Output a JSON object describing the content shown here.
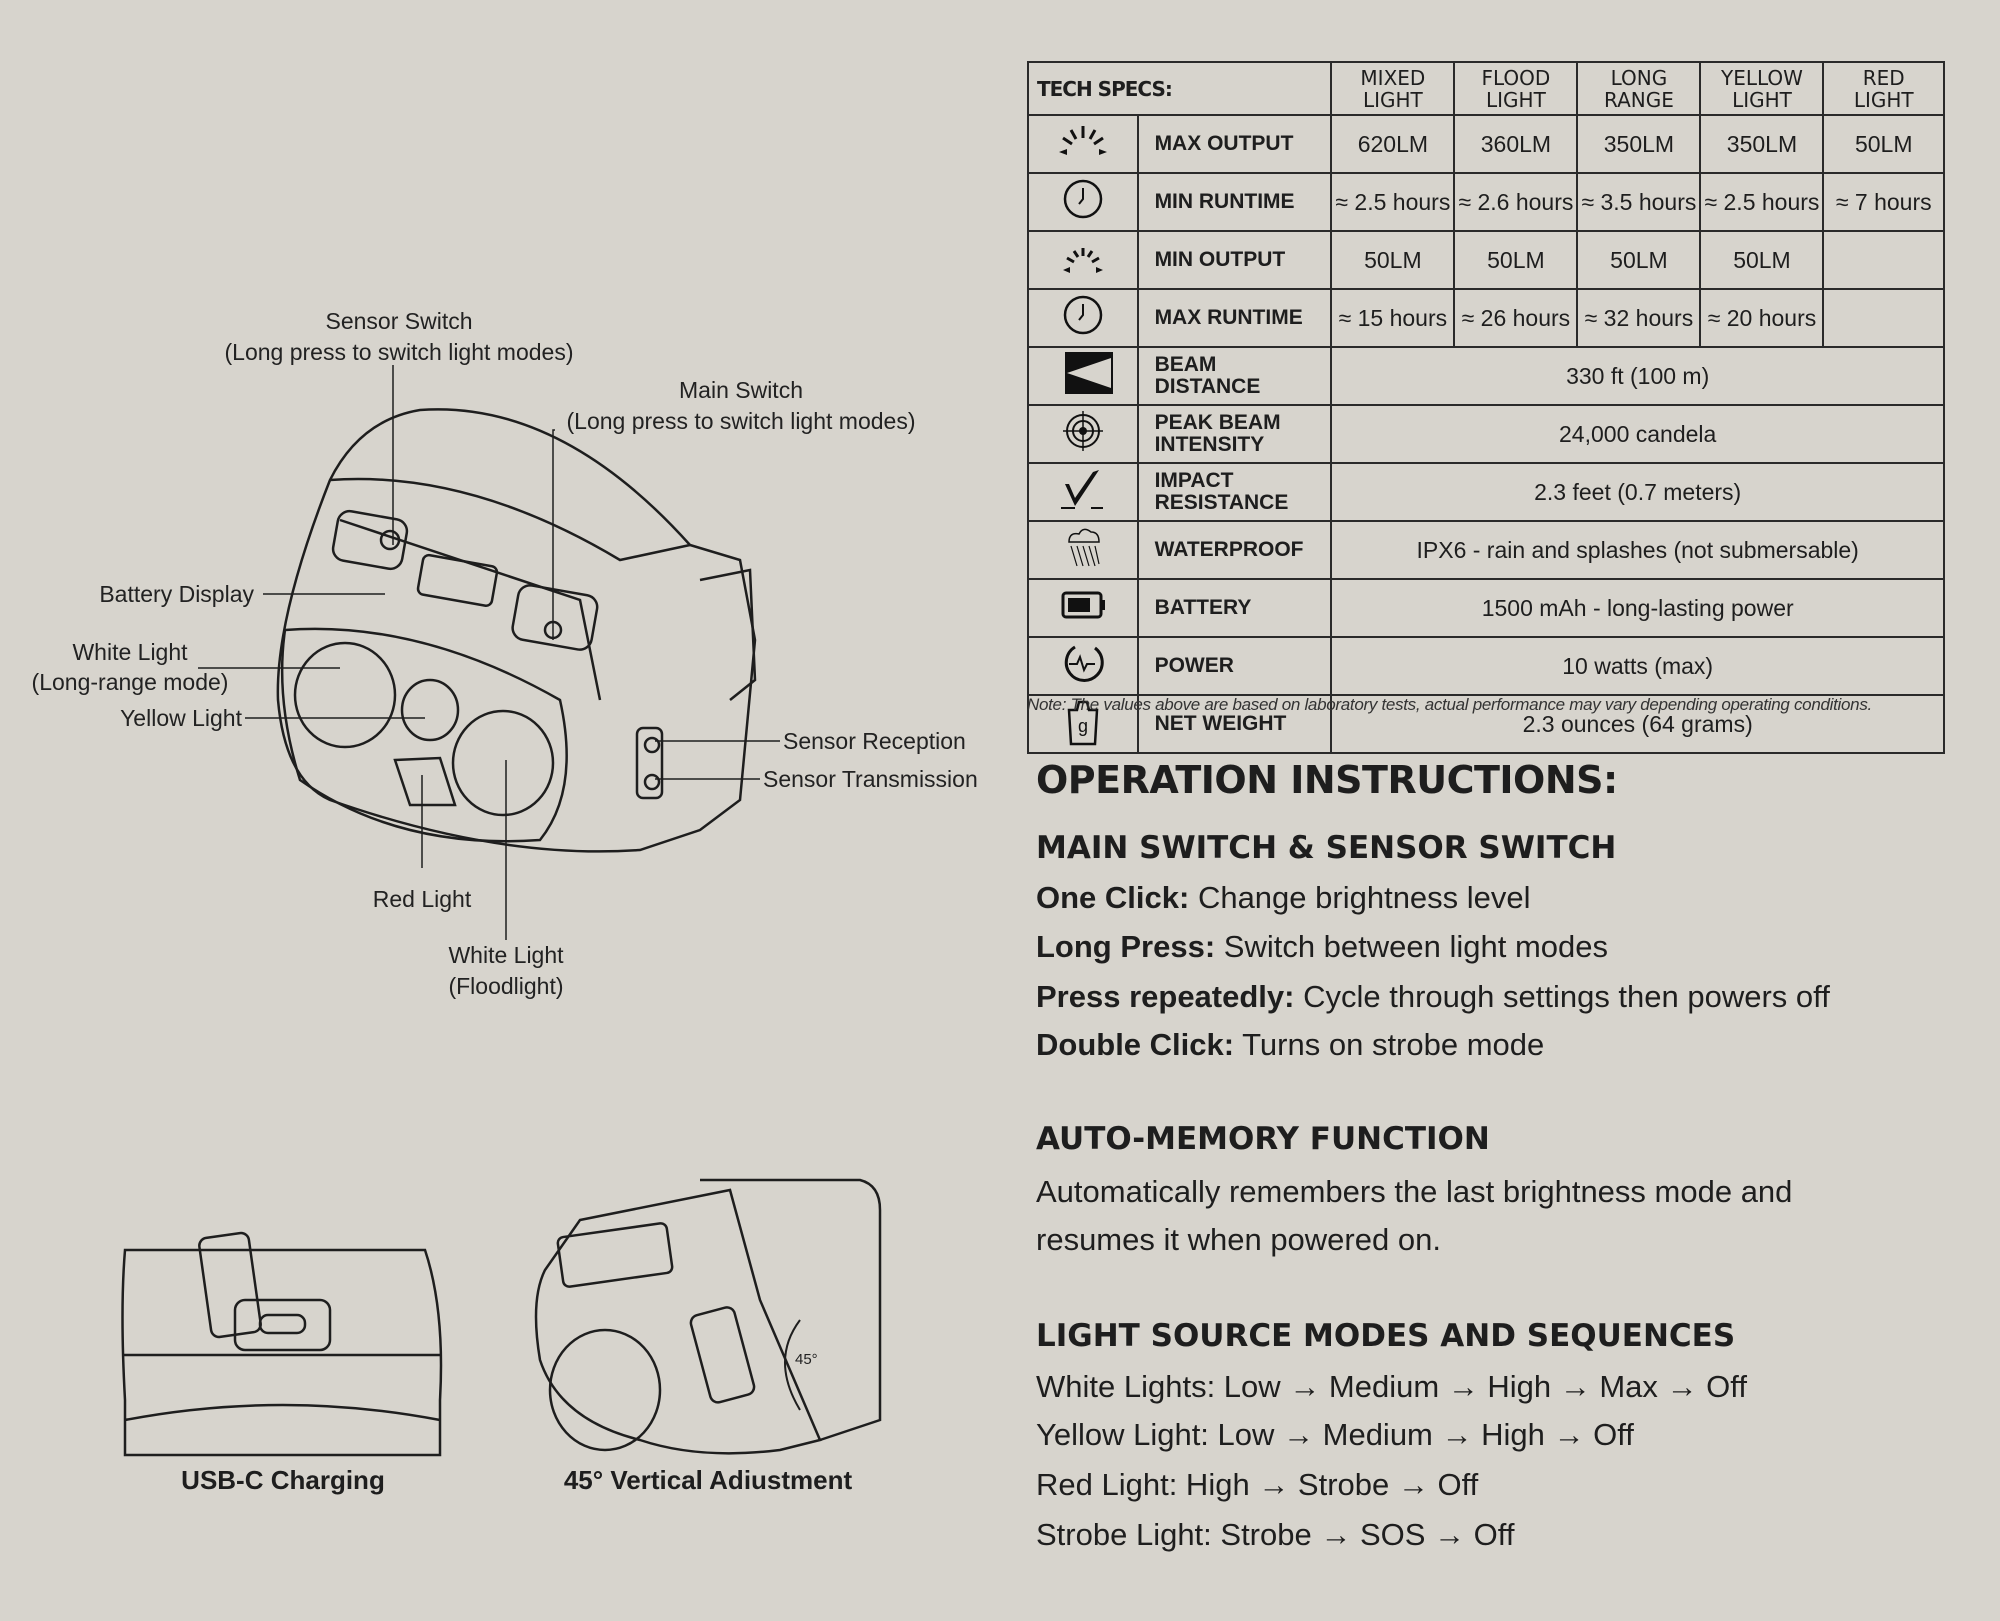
{
  "diagram": {
    "labels": {
      "sensor_switch": "Sensor Switch",
      "sensor_switch_note": "(Long press to switch light modes)",
      "main_switch": "Main Switch",
      "main_switch_note": "(Long press to switch light modes)",
      "battery_display": "Battery Display",
      "white_light_long": "White Light",
      "white_light_long_note": "(Long-range mode)",
      "yellow_light": "Yellow Light",
      "sensor_reception": "Sensor Reception",
      "sensor_transmission": "Sensor Transmission",
      "red_light": "Red Light",
      "white_light_flood": "White Light",
      "white_light_flood_note": "(Floodlight)"
    },
    "captions": {
      "usb": "USB-C Charging",
      "angle": "45° Vertical Adiustment",
      "angle_mark": "45°"
    }
  },
  "specs": {
    "title": "TECH SPECS:",
    "columns": [
      [
        "MIXED",
        "LIGHT"
      ],
      [
        "FLOOD",
        "LIGHT"
      ],
      [
        "LONG",
        "RANGE"
      ],
      [
        "YELLOW",
        "LIGHT"
      ],
      [
        "RED",
        "LIGHT"
      ]
    ],
    "rows": [
      {
        "icon": "burst-icon",
        "label": "MAX OUTPUT",
        "values": [
          "620LM",
          "360LM",
          "350LM",
          "350LM",
          "50LM"
        ]
      },
      {
        "icon": "clock-icon",
        "label": "MIN RUNTIME",
        "values": [
          "≈ 2.5 hours",
          "≈ 2.6 hours",
          "≈ 3.5 hours",
          "≈ 2.5 hours",
          "≈ 7 hours"
        ]
      },
      {
        "icon": "small-burst-icon",
        "label": "MIN OUTPUT",
        "values": [
          "50LM",
          "50LM",
          "50LM",
          "50LM",
          ""
        ]
      },
      {
        "icon": "clock-icon",
        "label": "MAX RUNTIME",
        "values": [
          "≈ 15 hours",
          "≈ 26 hours",
          "≈ 32 hours",
          "≈ 20 hours",
          ""
        ]
      }
    ],
    "wide_rows": [
      {
        "icon": "beam-icon",
        "label": [
          "BEAM",
          "DISTANCE"
        ],
        "value": "330 ft (100 m)"
      },
      {
        "icon": "target-icon",
        "label": [
          "PEAK BEAM",
          "INTENSITY"
        ],
        "value": "24,000 candela"
      },
      {
        "icon": "impact-check-icon",
        "label": [
          "IMPACT",
          "RESISTANCE"
        ],
        "value": "2.3 feet (0.7 meters)"
      },
      {
        "icon": "rain-cloud-icon",
        "label": [
          "WATERPROOF"
        ],
        "value": "IPX6 - rain and splashes (not submersable)"
      },
      {
        "icon": "battery-icon",
        "label": [
          "BATTERY"
        ],
        "value": "1500 mAh - long-lasting power"
      },
      {
        "icon": "power-pulse-icon",
        "label": [
          "POWER"
        ],
        "value": "10 watts (max)"
      },
      {
        "icon": "weight-icon",
        "label": [
          "NET WEIGHT"
        ],
        "value": "2.3 ounces (64 grams)",
        "icon_text": "g"
      }
    ],
    "note": "Note: The values above are based on laboratory tests, actual performance may vary depending operating conditions."
  },
  "instructions": {
    "title": "OPERATION INSTRUCTIONS:",
    "switch": {
      "heading": "MAIN SWITCH & SENSOR SWITCH",
      "items": [
        {
          "term": "One Click:",
          "text": " Change brightness level"
        },
        {
          "term": "Long Press:",
          "text": " Switch between light modes"
        },
        {
          "term": "Press repeatedly:",
          "text": " Cycle through settings then powers off"
        },
        {
          "term": "Double Click:",
          "text": " Turns on strobe mode"
        }
      ]
    },
    "memory": {
      "heading": "AUTO-MEMORY FUNCTION",
      "lines": [
        "Automatically remembers the last brightness mode and",
        "resumes it when powered on."
      ]
    },
    "modes": {
      "heading": "LIGHT SOURCE MODES AND SEQUENCES",
      "lines": [
        "White Lights: Low → Medium → High → Max → Off",
        "Yellow Light: Low → Medium → High → Off",
        "Red Light: High → Strobe → Off",
        "Strobe Light: Strobe → SOS → Off"
      ]
    }
  }
}
